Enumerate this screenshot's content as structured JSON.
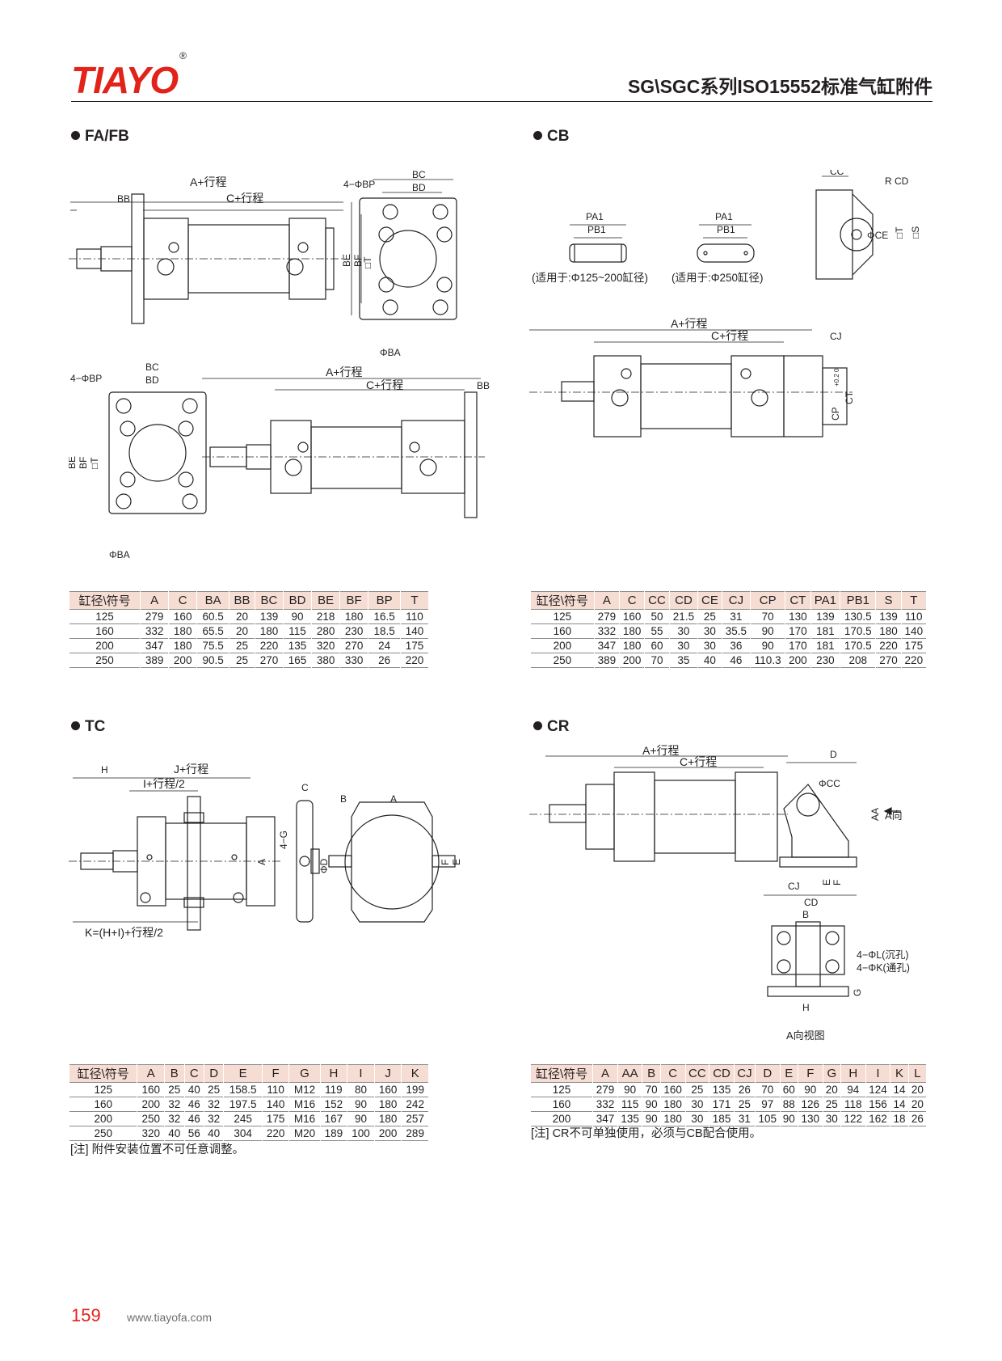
{
  "header": {
    "logo": "TIAYO",
    "logo_mark": "®",
    "title": "SG\\SGC系列ISO15552标准气缸附件"
  },
  "sections": {
    "fafb": {
      "title": "FA/FB",
      "labels": {
        "a_stroke": "A+行程",
        "c_stroke": "C+行程",
        "bb": "BB",
        "bc": "BC",
        "bd": "BD",
        "bp": "4−ΦBP",
        "be": "BE",
        "bf": "BF",
        "t": "□T",
        "ba": "ΦBA"
      },
      "table": {
        "headers": [
          "缸径\\符号",
          "A",
          "C",
          "BA",
          "BB",
          "BC",
          "BD",
          "BE",
          "BF",
          "BP",
          "T"
        ],
        "rows": [
          [
            "125",
            "279",
            "160",
            "60.5",
            "20",
            "139",
            "90",
            "218",
            "180",
            "16.5",
            "110"
          ],
          [
            "160",
            "332",
            "180",
            "65.5",
            "20",
            "180",
            "115",
            "280",
            "230",
            "18.5",
            "140"
          ],
          [
            "200",
            "347",
            "180",
            "75.5",
            "25",
            "220",
            "135",
            "320",
            "270",
            "24",
            "175"
          ],
          [
            "250",
            "389",
            "200",
            "90.5",
            "25",
            "270",
            "165",
            "380",
            "330",
            "26",
            "220"
          ]
        ]
      }
    },
    "cb": {
      "title": "CB",
      "labels": {
        "pa1": "PA1",
        "pb1": "PB1",
        "note1": "(适用于:Φ125~200缸径)",
        "note2": "(适用于:Φ250缸径)",
        "cc": "CC",
        "rcd": "R CD",
        "ce": "ΦCE",
        "t": "□T",
        "s": "□S",
        "a_stroke": "A+行程",
        "c_stroke": "C+行程",
        "cj": "CJ",
        "cp": "CP",
        "cp_tol": "+0.2 0",
        "ct": "CT"
      },
      "table": {
        "headers": [
          "缸径\\符号",
          "A",
          "C",
          "CC",
          "CD",
          "CE",
          "CJ",
          "CP",
          "CT",
          "PA1",
          "PB1",
          "S",
          "T"
        ],
        "rows": [
          [
            "125",
            "279",
            "160",
            "50",
            "21.5",
            "25",
            "31",
            "70",
            "130",
            "139",
            "130.5",
            "139",
            "110"
          ],
          [
            "160",
            "332",
            "180",
            "55",
            "30",
            "30",
            "35.5",
            "90",
            "170",
            "181",
            "170.5",
            "180",
            "140"
          ],
          [
            "200",
            "347",
            "180",
            "60",
            "30",
            "30",
            "36",
            "90",
            "170",
            "181",
            "170.5",
            "220",
            "175"
          ],
          [
            "250",
            "389",
            "200",
            "70",
            "35",
            "40",
            "46",
            "110.3",
            "200",
            "230",
            "208",
            "270",
            "220"
          ]
        ]
      }
    },
    "tc": {
      "title": "TC",
      "labels": {
        "h": "H",
        "j_stroke": "J+行程",
        "i_stroke": "I+行程/2",
        "k_formula": "K=(H+I)+行程/2",
        "a": "A",
        "c": "C",
        "g": "4−G",
        "d": "ΦD",
        "b": "B",
        "f": "F",
        "e": "E"
      },
      "table": {
        "headers": [
          "缸径\\符号",
          "A",
          "B",
          "C",
          "D",
          "E",
          "F",
          "G",
          "H",
          "I",
          "J",
          "K"
        ],
        "rows": [
          [
            "125",
            "160",
            "25",
            "40",
            "25",
            "158.5",
            "110",
            "M12",
            "119",
            "80",
            "160",
            "199"
          ],
          [
            "160",
            "200",
            "32",
            "46",
            "32",
            "197.5",
            "140",
            "M16",
            "152",
            "90",
            "180",
            "242"
          ],
          [
            "200",
            "250",
            "32",
            "46",
            "32",
            "245",
            "175",
            "M16",
            "167",
            "90",
            "180",
            "257"
          ],
          [
            "250",
            "320",
            "40",
            "56",
            "40",
            "304",
            "220",
            "M20",
            "189",
            "100",
            "200",
            "289"
          ]
        ]
      },
      "note": "[注] 附件安装位置不可任意调整。"
    },
    "cr": {
      "title": "CR",
      "labels": {
        "a_stroke": "A+行程",
        "c_stroke": "C+行程",
        "d": "D",
        "cc": "ΦCC",
        "a_dir": "A向",
        "aa": "AA",
        "cj": "CJ",
        "e": "E",
        "f": "F",
        "cd": "CD",
        "b": "B",
        "l": "4−ΦL(沉孔)",
        "k": "4−ΦK(通孔)",
        "h": "H",
        "g": "G",
        "view": "A向视图"
      },
      "table": {
        "headers": [
          "缸径\\符号",
          "A",
          "AA",
          "B",
          "C",
          "CC",
          "CD",
          "CJ",
          "D",
          "E",
          "F",
          "G",
          "H",
          "I",
          "K",
          "L"
        ],
        "rows": [
          [
            "125",
            "279",
            "90",
            "70",
            "160",
            "25",
            "135",
            "26",
            "70",
            "60",
            "90",
            "20",
            "94",
            "124",
            "14",
            "20"
          ],
          [
            "160",
            "332",
            "115",
            "90",
            "180",
            "30",
            "171",
            "25",
            "97",
            "88",
            "126",
            "25",
            "118",
            "156",
            "14",
            "20"
          ],
          [
            "200",
            "347",
            "135",
            "90",
            "180",
            "30",
            "185",
            "31",
            "105",
            "90",
            "130",
            "30",
            "122",
            "162",
            "18",
            "26"
          ]
        ]
      },
      "note": "[注] CR不可单独使用，必须与CB配合使用。"
    }
  },
  "footer": {
    "page": "159",
    "website": "www.tiayofa.com"
  }
}
